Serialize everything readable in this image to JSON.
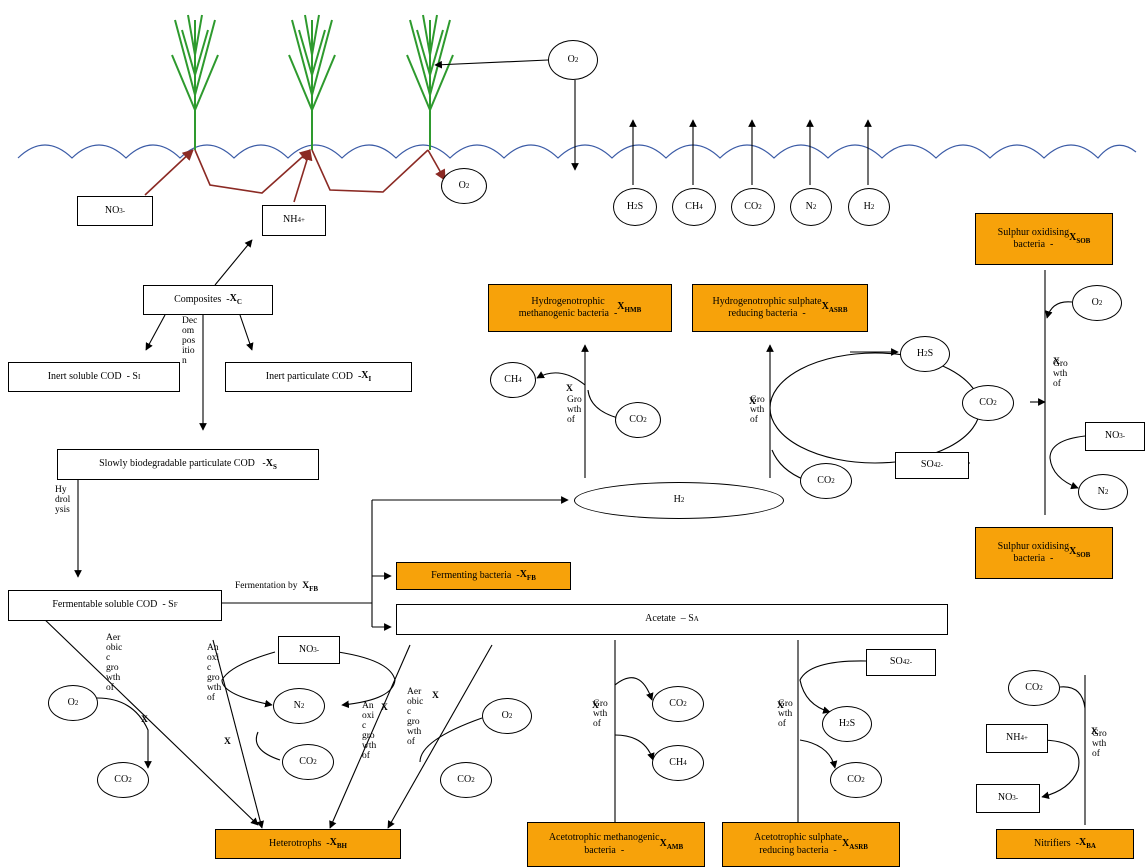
{
  "colors": {
    "orange": "#f7a20a",
    "root": "#8b2a24",
    "plant": "#2e9a2e",
    "surface": "#3b5ba6"
  },
  "plants": {
    "top": {
      "o2": "O<sub>2</sub>"
    },
    "root_o2": "O<sub>2</sub>"
  },
  "emissions": [
    "H<sub>2</sub>S",
    "CH<sub>4</sub>",
    "CO<sub>2</sub>",
    "N<sub>2</sub>",
    "H<sub>2</sub>"
  ],
  "nodes": {
    "no3_top": "NO<sub>3</sub><sup>-</sup>",
    "nh4_top": "NH<sub>4</sub><sup>+</sup>",
    "composites": "Composites &nbsp;- <b>X<sub>C</sub></b>",
    "inert_soluble": "Inert soluble COD &nbsp;- S<sub>I</sub>",
    "inert_particulate": "Inert particulate COD &nbsp;- <b>X<sub>I</sub></b>",
    "slowly_bio": "Slowly biodegradable particulate COD &nbsp;&nbsp;- <b>X<sub>S</sub></b>",
    "fermentable": "Fermentable soluble COD &nbsp;- S<sub>F</sub>",
    "fermentation_by": "Fermentation by &nbsp;<b>X<sub>FB</sub></b>",
    "fermenting": "Fermenting bacteria &nbsp;- <b>X<sub>FB</sub></b>",
    "acetate": "Acetate &nbsp;– S<sub>A</sub>",
    "h2": "H<sub>2</sub>",
    "hmb": "Hydrogenotrophic<br>methanogenic bacteria &nbsp;- <b>X<sub>HMB</sub></b>",
    "hsrb": "Hydrogenotrophic sulphate<br>reducing bacteria &nbsp;- <b>X<sub>ASRB</sub></b>",
    "sob_top": "Sulphur oxidising<br>bacteria &nbsp;- <b>X<sub>SOB</sub></b>",
    "sob_bottom": "Sulphur oxidising<br>bacteria &nbsp;- <b>X<sub>SOB</sub></b>",
    "heterotrophs": "Heterotrophs &nbsp;- <b>X<sub>BH</sub></b>",
    "amb": "Acetotrophic methanogenic<br>bacteria &nbsp;- <b>X<sub>AMB</sub></b>",
    "asrb": "Acetotrophic sulphate<br>reducing bacteria &nbsp;- <b>X<sub>ASRB</sub></b>",
    "nitrifiers": "Nitrifiers &nbsp;- <b>X<sub>BA</sub></b>",
    "ch4_hmb": "CH<sub>4</sub>",
    "co2_hmb": "CO<sub>2</sub>",
    "h2s_hsrb": "H<sub>2</sub>S",
    "co2_hsrb_loop": "CO<sub>2</sub>",
    "so4_hsrb": "SO<sub>4</sub><sup>2-</sup>",
    "co2_hsrb": "CO<sub>2</sub>",
    "o2_sob": "O<sub>2</sub>",
    "no3_sob": "NO<sub>3</sub><sup>-</sup>",
    "n2_sob": "N<sub>2</sub>",
    "no3_het": "NO<sub>3</sub><sup>-</sup>",
    "n2_het": "N<sub>2</sub>",
    "co2_het_mid": "CO<sub>2</sub>",
    "o2_het_left": "O<sub>2</sub>",
    "co2_het_left": "CO<sub>2</sub>",
    "o2_het_right": "O<sub>2</sub>",
    "co2_het_right": "CO<sub>2</sub>",
    "co2_amb": "CO<sub>2</sub>",
    "ch4_amb": "CH<sub>4</sub>",
    "so4_asrb": "SO<sub>4</sub><sup>2-</sup>",
    "h2s_asrb": "H<sub>2</sub>S",
    "co2_asrb": "CO<sub>2</sub>",
    "co2_nit": "CO<sub>2</sub>",
    "nh4_nit": "NH<sub>4</sub><sup>+</sup>",
    "no3_nit": "NO<sub>3</sub><sup>-</sup>"
  },
  "labels": {
    "decomposition": "Dec\nom\npos\nitio\nn",
    "hydrolysis": "Hy\ndrol\nysis",
    "aerobic_left": "Aer\nobic\nc\ngro\nwth\nof",
    "anoxic_left": "An\noxi\nc\ngro\nwth\nof",
    "anoxic_mid": "An\noxi\nc\ngro\nwth\nof",
    "aerobic_right": "Aer\nobic\nc\ngro\nwth\nof",
    "growth_hmb": "Gro\nwth\nof",
    "growth_hsrb": "Gro\nwth\nof",
    "growth_sob": "Gro\nwth\nof",
    "growth_amb": "Gro\nwth\nof",
    "growth_asrb": "Gro\nwth\nof",
    "growth_nit": "Gro\nwth\nof",
    "x_bh_a": "X",
    "x_bh_b": "X",
    "x_bh_c": "X",
    "x_bh_d": "X",
    "x_hmb": "X",
    "x_hsrb": "X",
    "x_sob": "X",
    "x_amb": "X",
    "x_asrb": "X",
    "x_nit": "X"
  }
}
